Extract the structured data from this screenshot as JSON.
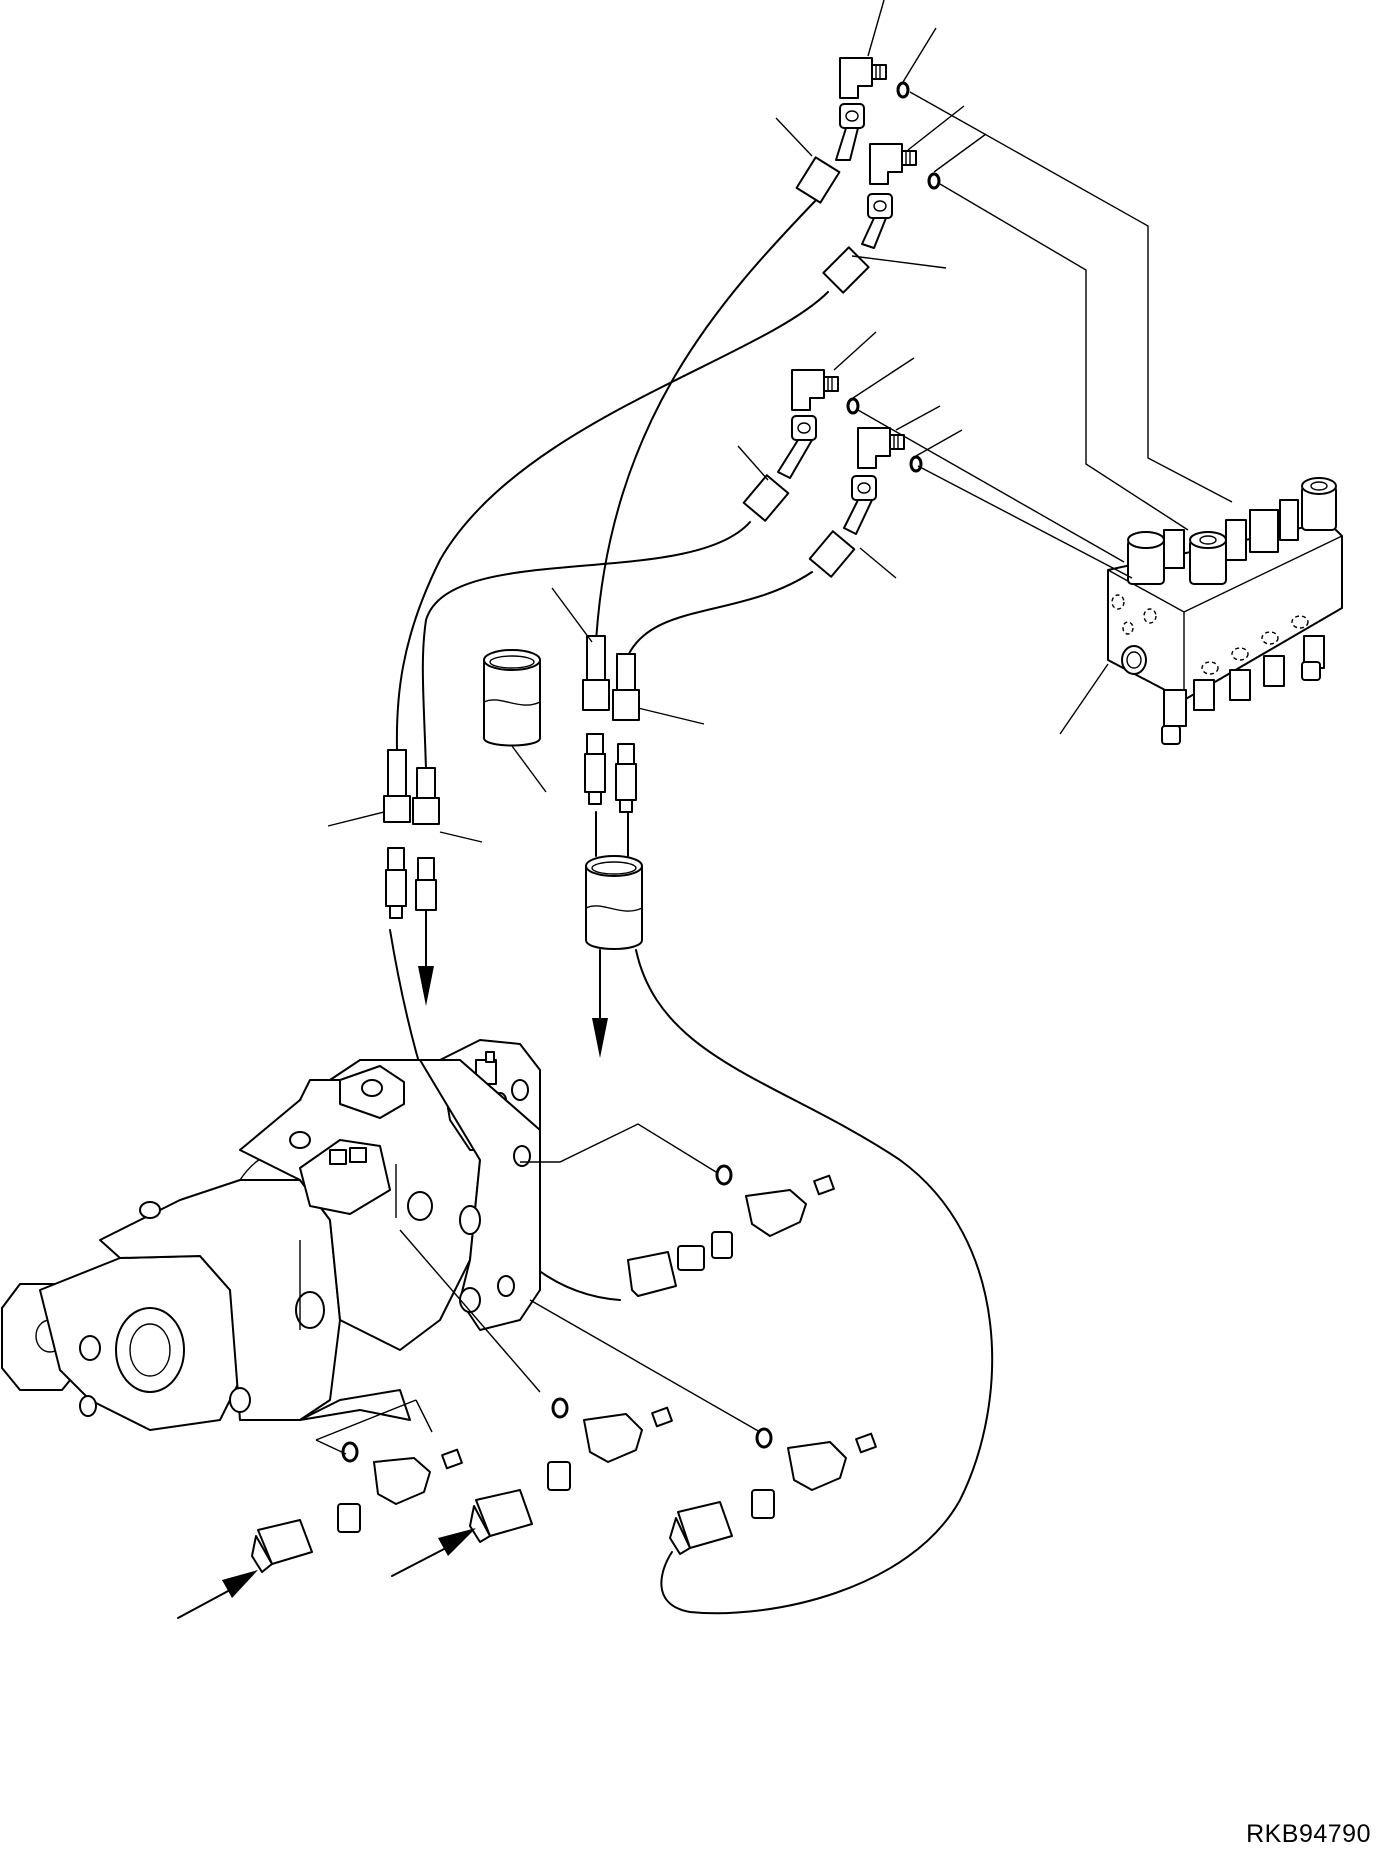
{
  "drawing": {
    "reference_code": "RKB94790"
  },
  "components": {
    "valve_block": "solenoid-valve-manifold",
    "pump": "hydraulic-pump-assembly",
    "hose_count": 4,
    "elbow_fitting_count": 4,
    "tee_fitting_count": 4,
    "insulation_sleeve_count": 2,
    "flow_arrow_count": 4
  }
}
